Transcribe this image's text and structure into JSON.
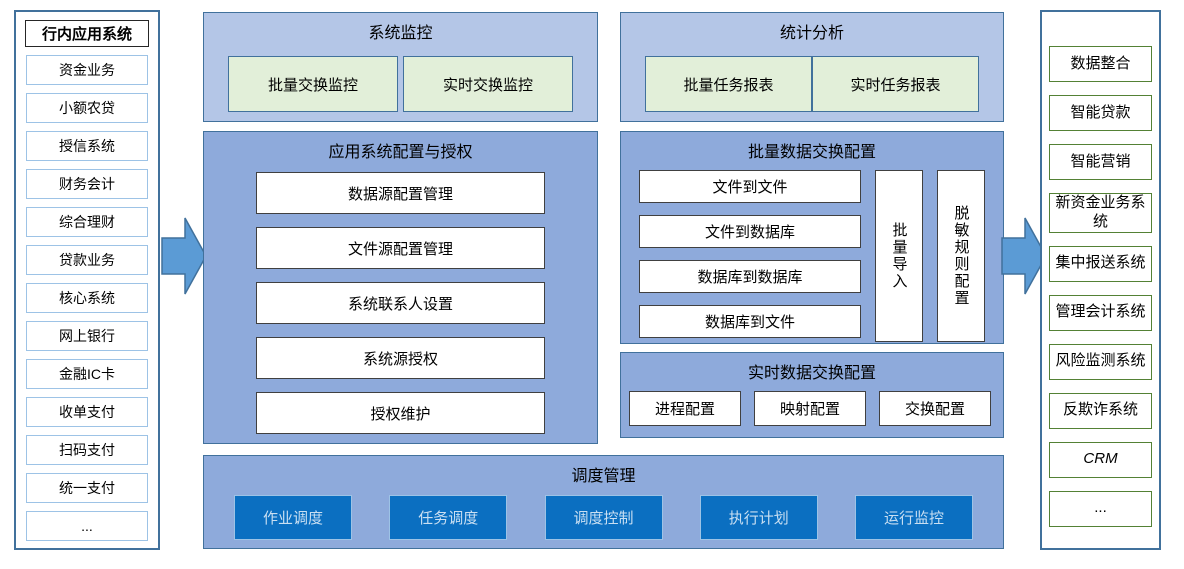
{
  "colors": {
    "panel_medium_blue": "#8EAADB",
    "panel_light_blue": "#B4C6E7",
    "green_box_fill": "#E2EFD9",
    "green_item_border": "#538135",
    "dark_button_fill": "#0B6FC1",
    "dark_button_text": "#C9DFF2",
    "arrow_fill": "#5B9BD5",
    "outline_blue": "#41719C",
    "light_item_border": "#9DC3E6"
  },
  "left_panel": {
    "title": "行内应用系统",
    "items": [
      "资金业务",
      "小额农贷",
      "授信系统",
      "财务会计",
      "综合理财",
      "贷款业务",
      "核心系统",
      "网上银行",
      "金融IC卡",
      "收单支付",
      "扫码支付",
      "统一支付",
      "..."
    ]
  },
  "monitor": {
    "title": "系统监控",
    "items": [
      "批量交换监控",
      "实时交换监控"
    ]
  },
  "stats": {
    "title": "统计分析",
    "items": [
      "批量任务报表",
      "实时任务报表"
    ]
  },
  "app_config": {
    "title": "应用系统配置与授权",
    "items": [
      "数据源配置管理",
      "文件源配置管理",
      "系统联系人设置",
      "系统源授权",
      "授权维护"
    ]
  },
  "batch": {
    "title": "批量数据交换配置",
    "rows": [
      "文件到文件",
      "文件到数据库",
      "数据库到数据库",
      "数据库到文件"
    ],
    "vertical_items": [
      "批量导入",
      "脱敏规则配置"
    ]
  },
  "realtime": {
    "title": "实时数据交换配置",
    "items": [
      "进程配置",
      "映射配置",
      "交换配置"
    ]
  },
  "schedule": {
    "title": "调度管理",
    "items": [
      "作业调度",
      "任务调度",
      "调度控制",
      "执行计划",
      "运行监控"
    ]
  },
  "right_panel": {
    "items": [
      "数据整合",
      "智能贷款",
      "智能营销",
      "新资金业务系统",
      "集中报送系统",
      "管理会计系统",
      "风险监测系统",
      "反欺诈系统",
      "CRM",
      "..."
    ]
  }
}
